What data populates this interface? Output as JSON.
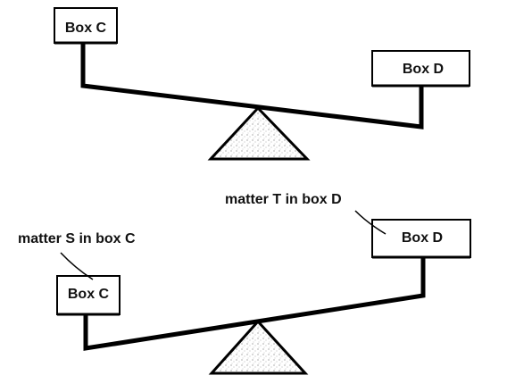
{
  "diagram": {
    "top_balance": {
      "left_box_label": "Box C",
      "right_box_label": "Box D"
    },
    "bottom_balance": {
      "left_box_label": "Box C",
      "right_box_label": "Box D",
      "left_annotation": "matter S in box C",
      "right_annotation": "matter T in box D"
    }
  }
}
